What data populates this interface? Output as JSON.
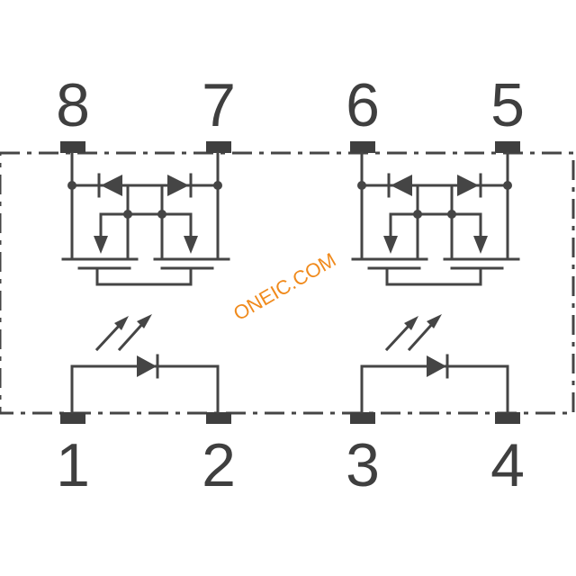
{
  "pins": [
    "1",
    "2",
    "3",
    "4",
    "5",
    "6",
    "7",
    "8"
  ],
  "watermark": "ONEIC.COM",
  "colors": {
    "line": "#454545",
    "watermark": "#f08a1c",
    "background": "#ffffff"
  }
}
